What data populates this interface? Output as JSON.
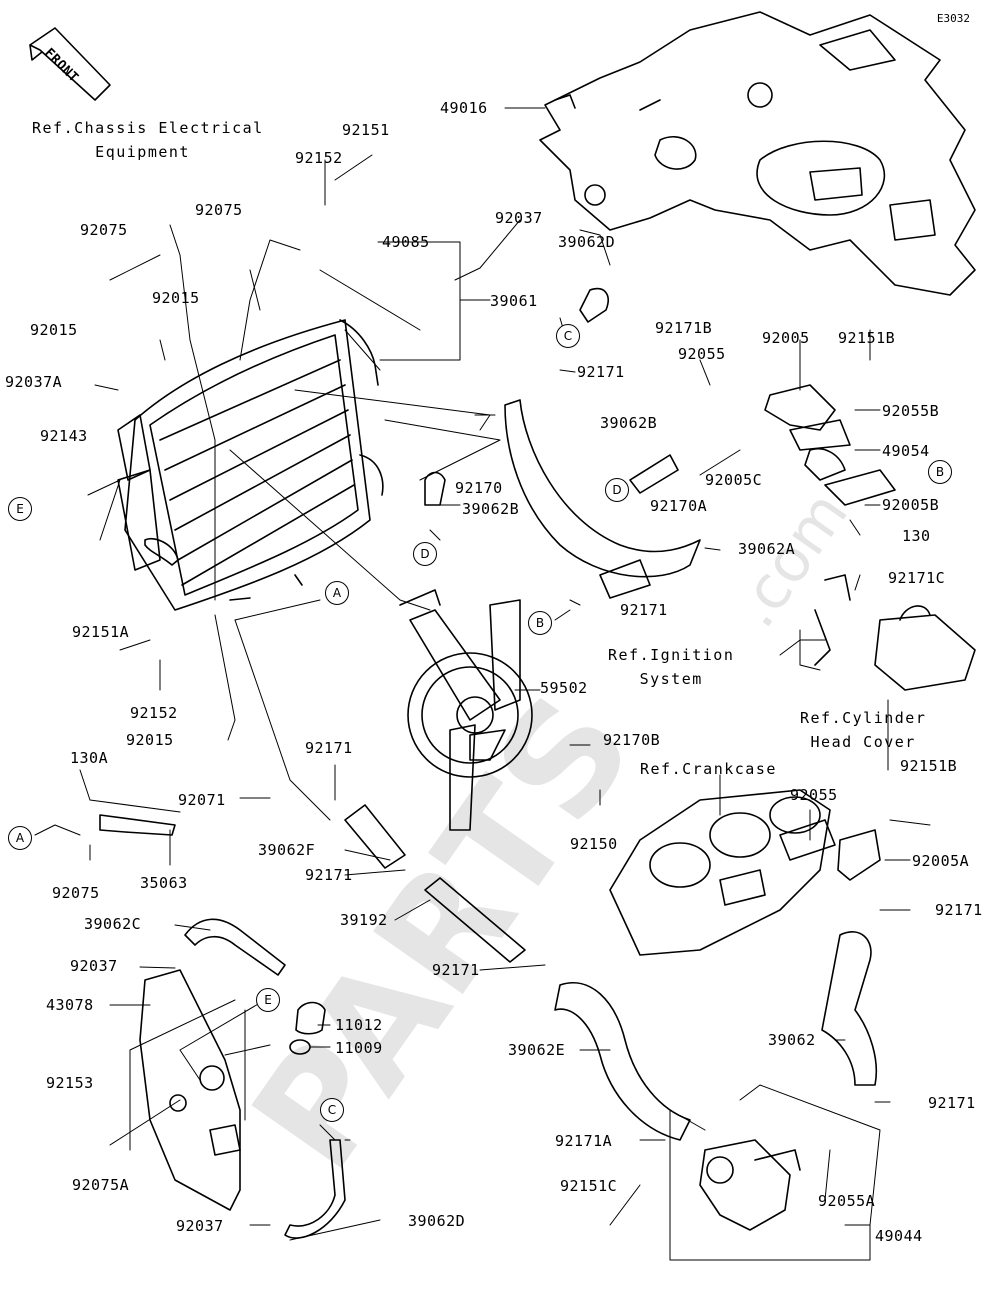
{
  "diagram_code": "E3032",
  "front_label": "FRONT",
  "watermark": "PARTS",
  "watermark_suffix": ".com",
  "refs": {
    "chassis": "Ref.Chassis Electrical\n      Equipment",
    "ignition": "Ref.Ignition\n   System",
    "cylinder_head": "Ref.Cylinder\n Head Cover",
    "crankcase": "Ref.Crankcase"
  },
  "parts": [
    "49016",
    "92151",
    "92152",
    "92075",
    "92075",
    "49085",
    "92037",
    "39062D",
    "92015",
    "39061",
    "92015",
    "92171B",
    "92037A",
    "92171",
    "92005",
    "92151B",
    "92055",
    "92143",
    "92055B",
    "39062B",
    "49054",
    "92170",
    "92170A",
    "92005C",
    "92005B",
    "39062B",
    "130",
    "39062A",
    "92171C",
    "92171",
    "92151A",
    "59502",
    "92152",
    "92170B",
    "92015",
    "92171",
    "130A",
    "92071",
    "92151B",
    "92055",
    "39062F",
    "92005A",
    "92150",
    "92171",
    "92075",
    "35063",
    "39192",
    "92171",
    "39062C",
    "92037",
    "92171",
    "43078",
    "11012",
    "11009",
    "39062",
    "39062E",
    "92153",
    "92171",
    "92171A",
    "92151C",
    "92055A",
    "92075A",
    "92037",
    "39062D",
    "49044"
  ],
  "markers": {
    "A": "A",
    "B": "B",
    "C": "C",
    "D": "D",
    "E": "E"
  }
}
